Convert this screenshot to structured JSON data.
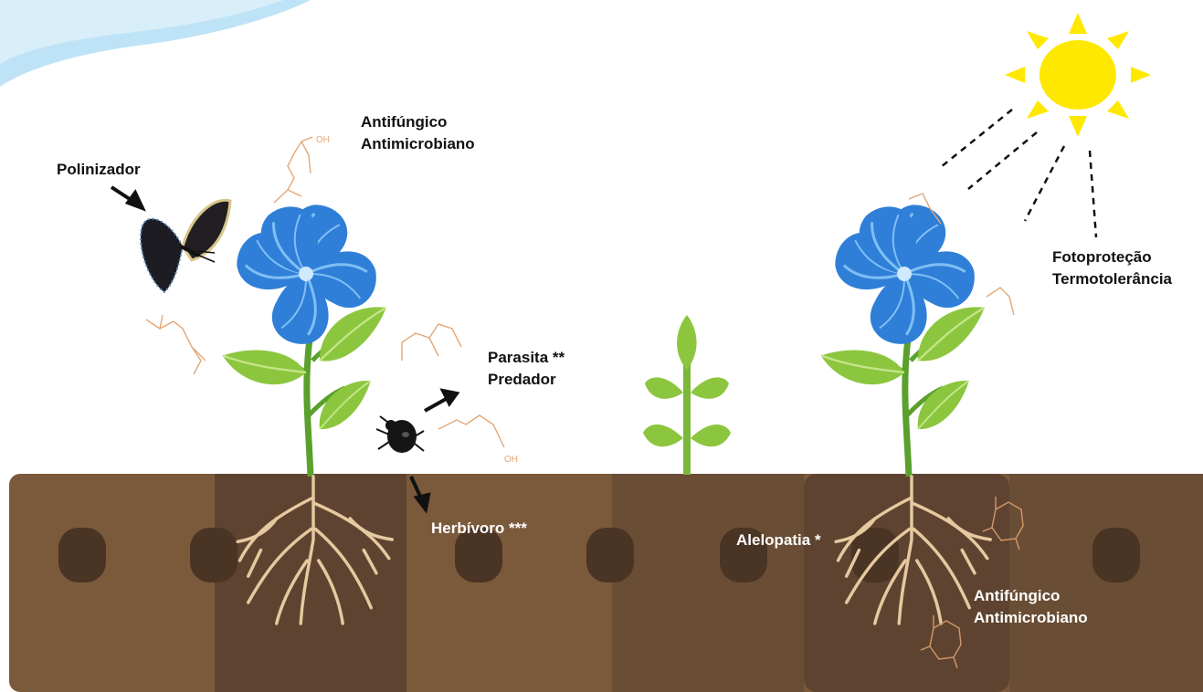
{
  "labels": {
    "pollinator": "Polinizador",
    "antifungal_top": {
      "line1": "Antifúngico",
      "line2": "Antimicrobiano"
    },
    "parasite": {
      "line1": "Parasita **",
      "line2": "Predador"
    },
    "herbivore": "Herbívoro ***",
    "allelopathy": "Alelopatia *",
    "photoprotection": {
      "line1": "Fotoproteção",
      "line2": "Termotolerância"
    },
    "antifungal_soil": {
      "line1": "Antifúngico",
      "line2": "Antimicrobiano"
    },
    "hydroxyl_top": "OH",
    "hydroxyl_mid": "OH"
  },
  "colors": {
    "soil_light": "#7b5a3c",
    "soil_dark": "#5e4430",
    "soil_hole": "#4a3424",
    "flower_blue": "#2f7fd8",
    "leaf_green": "#8cc63e",
    "stem_green": "#5aa02c",
    "sun_yellow": "#ffe800",
    "molecule": "#e3a878",
    "root": "#e6c9a0"
  },
  "icons": [
    "butterfly-icon",
    "beetle-icon",
    "sun-icon",
    "flower-icon",
    "seedling-icon",
    "arrow-icon"
  ]
}
